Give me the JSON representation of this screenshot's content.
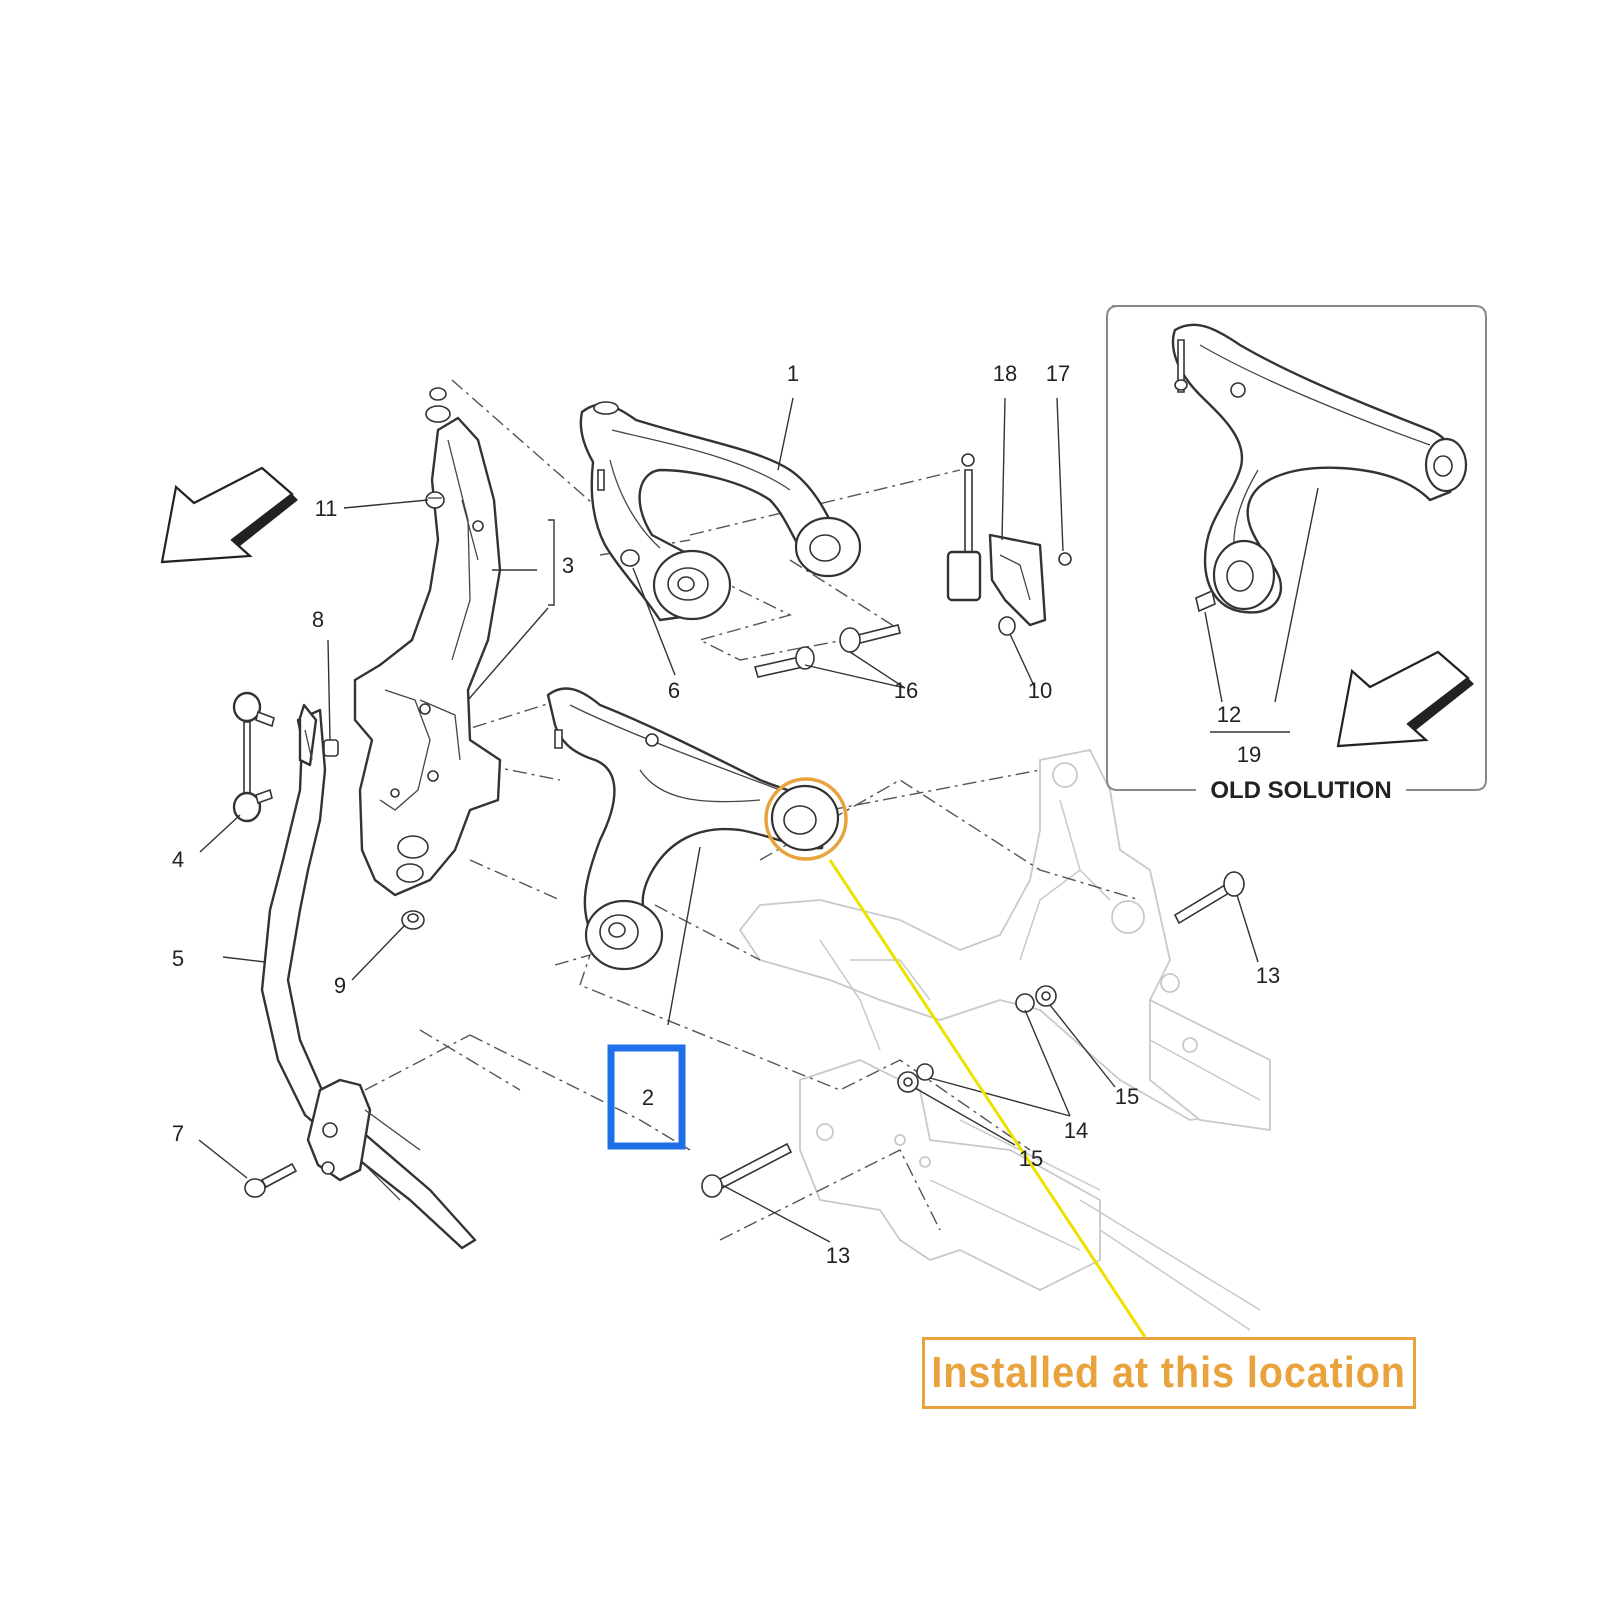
{
  "callouts": {
    "c1": "1",
    "c2": "2",
    "c3": "3",
    "c4": "4",
    "c5": "5",
    "c6": "6",
    "c7": "7",
    "c8": "8",
    "c9": "9",
    "c10": "10",
    "c11": "11",
    "c12": "12",
    "c13a": "13",
    "c13b": "13",
    "c14": "14",
    "c15a": "15",
    "c15b": "15",
    "c16": "16",
    "c17": "17",
    "c18": "18",
    "c19": "19"
  },
  "inset": {
    "title": "OLD SOLUTION"
  },
  "annotation": {
    "note": "Installed at this location"
  },
  "colors": {
    "highlight_box": "#1e6fe8",
    "note_orange": "#e8a33d",
    "leader_yellow": "#f0e000"
  }
}
